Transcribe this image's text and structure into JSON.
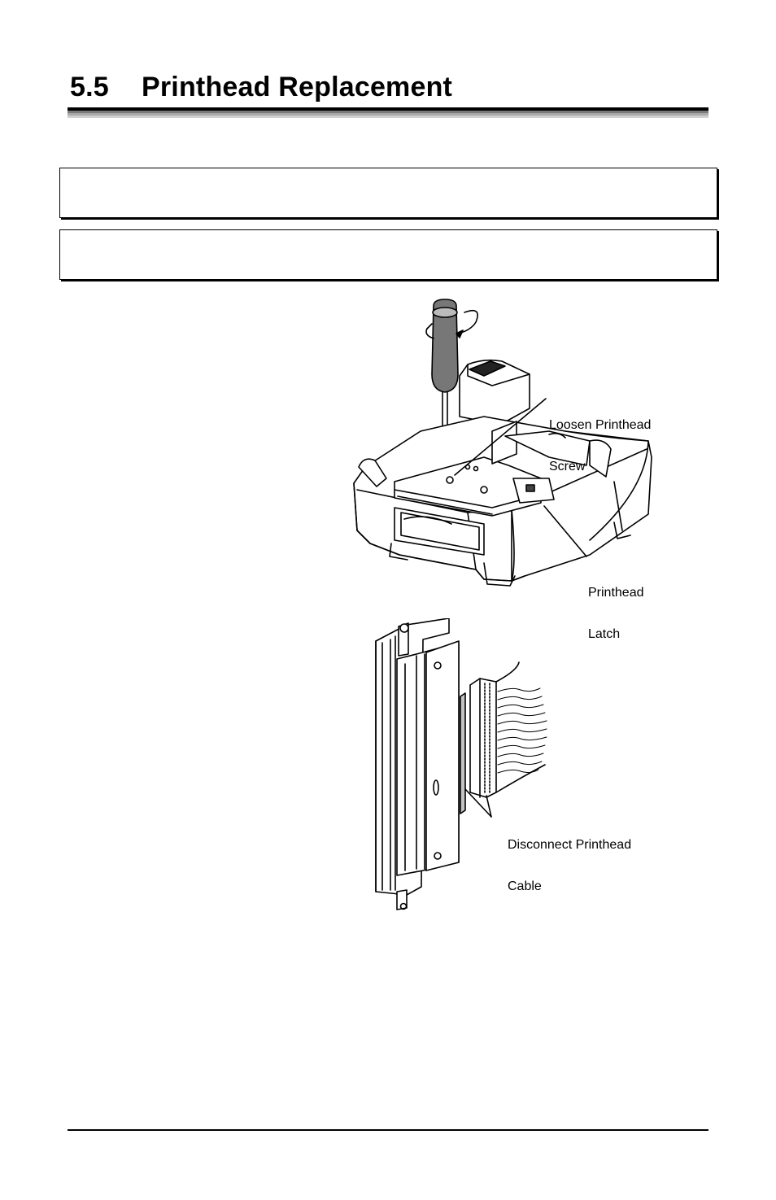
{
  "section": {
    "number": "5.5",
    "title": "Printhead Replacement"
  },
  "figure1": {
    "label_screw_line1": "Loosen Printhead",
    "label_screw_line2": "Screw",
    "label_latch_line1": "Printhead",
    "label_latch_line2": "Latch"
  },
  "figure2": {
    "label_cable_line1": "Disconnect Printhead",
    "label_cable_line2": "Cable"
  }
}
